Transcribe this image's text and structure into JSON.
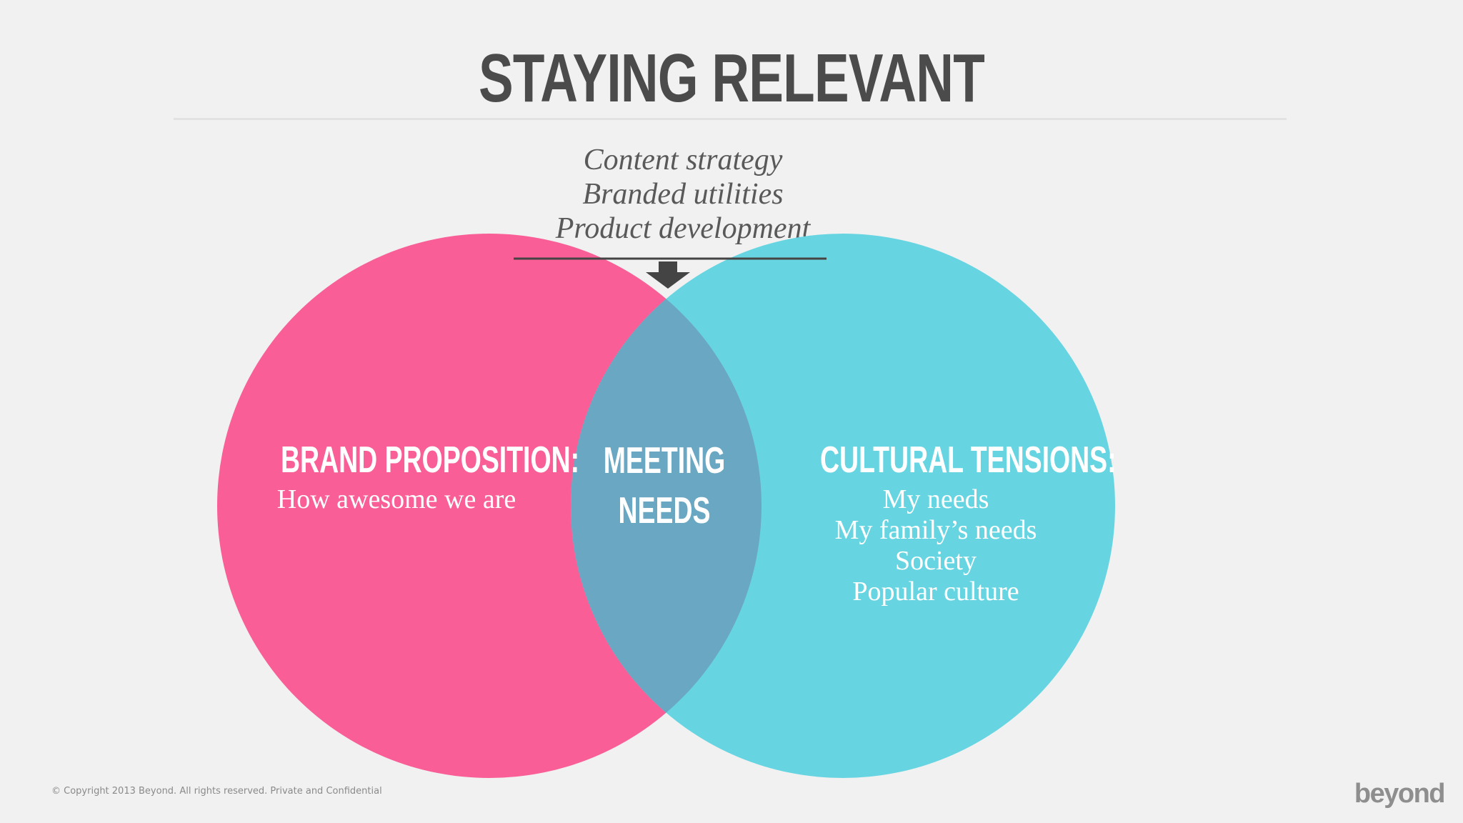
{
  "slide": {
    "title": "STAYING RELEVANT",
    "initiatives": [
      "Content strategy",
      "Branded utilities",
      "Product development"
    ],
    "footer": "© Copyright 2013 Beyond. All rights reserved. Private and Confidential",
    "logo_text": "beyond"
  },
  "venn": {
    "left": {
      "heading": "BRAND PROPOSITION:",
      "lines": [
        "How awesome we are"
      ],
      "color": "#f95f96"
    },
    "right": {
      "heading": "CULTURAL TENSIONS:",
      "lines": [
        "My needs",
        "My family’s needs",
        "Society",
        "Popular culture"
      ],
      "color": "#67d5e1"
    },
    "overlap": {
      "heading_lines": [
        "MEETING",
        "NEEDS"
      ],
      "color": "#6aa7c2"
    }
  },
  "colors": {
    "background": "#f1f1f1",
    "title": "#4b4b4b",
    "arrow": "#444444"
  }
}
